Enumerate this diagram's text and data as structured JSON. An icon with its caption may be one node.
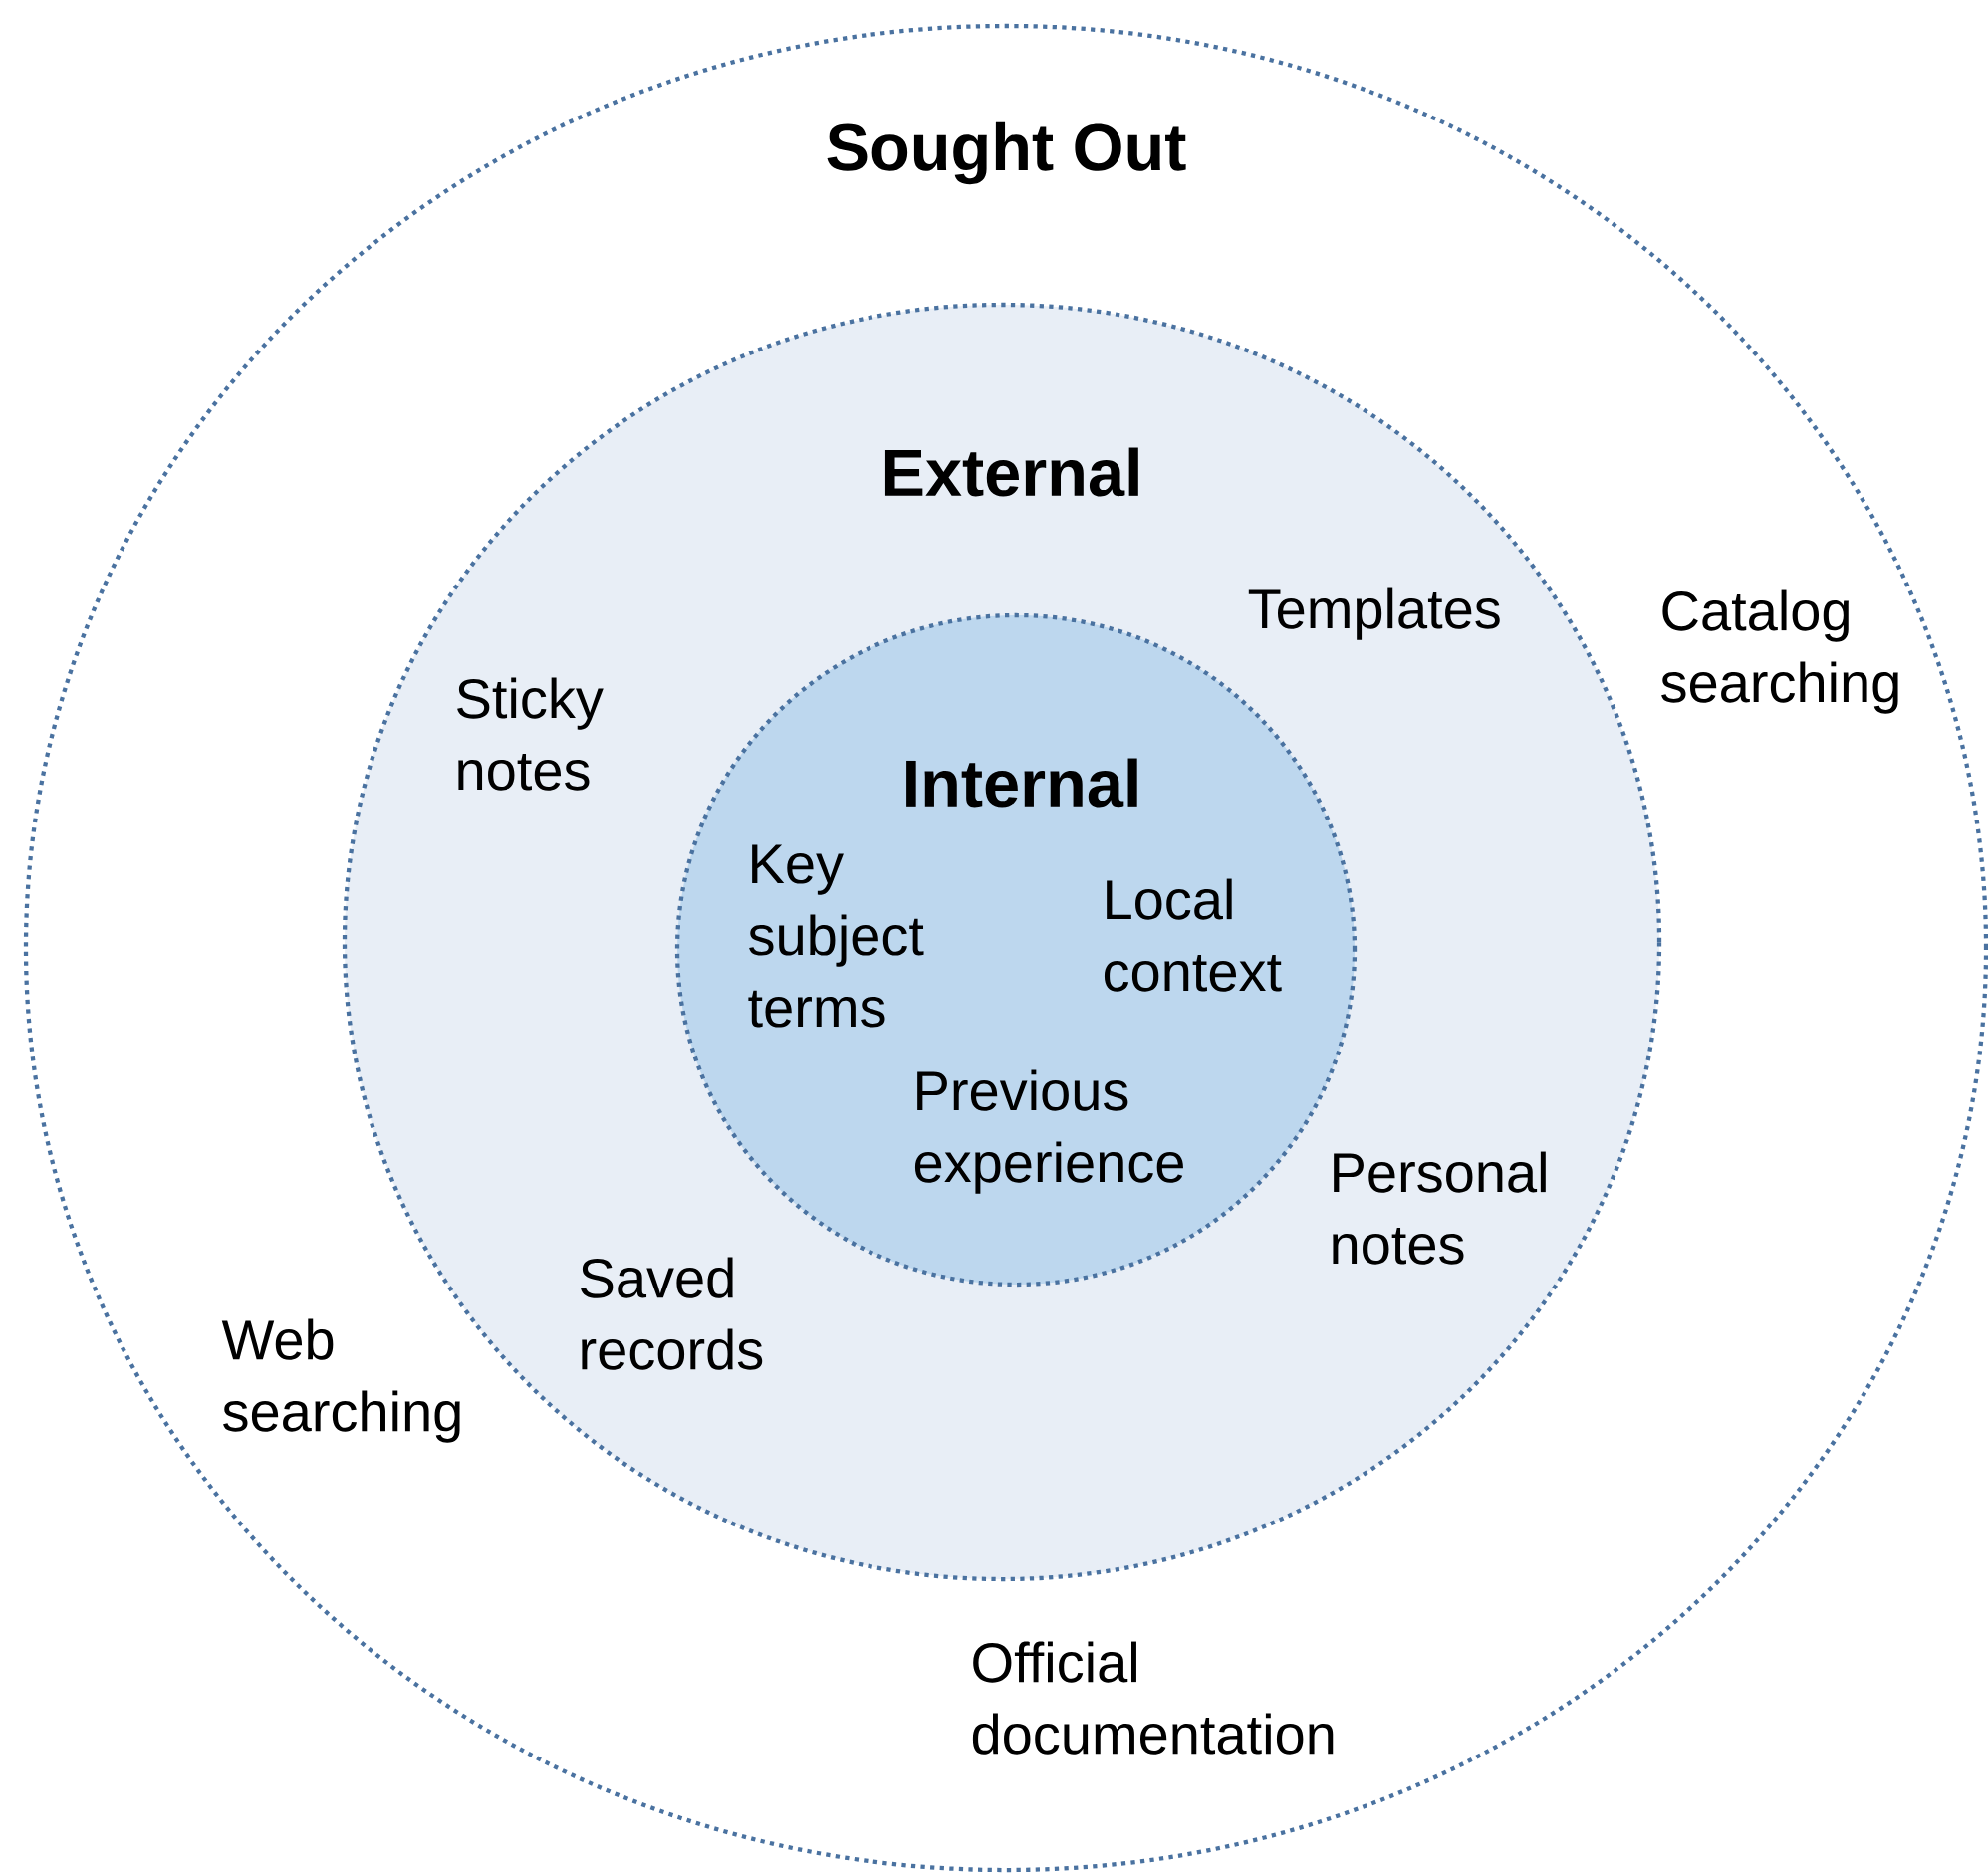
{
  "diagram": {
    "nodes": [
      {
        "text": [
          "Sought Out",
          "Catalog searching",
          "Web searching",
          "Official documentation"
        ]
      },
      {
        "text": [
          "External",
          "Templates",
          "Sticky notes",
          "Personal notes",
          "Saved records"
        ],
        "in": 0
      },
      {
        "text": [
          "Internal",
          "Key subject terms",
          "Local context",
          "Previous experience"
        ],
        "in": 1
      }
    ]
  }
}
